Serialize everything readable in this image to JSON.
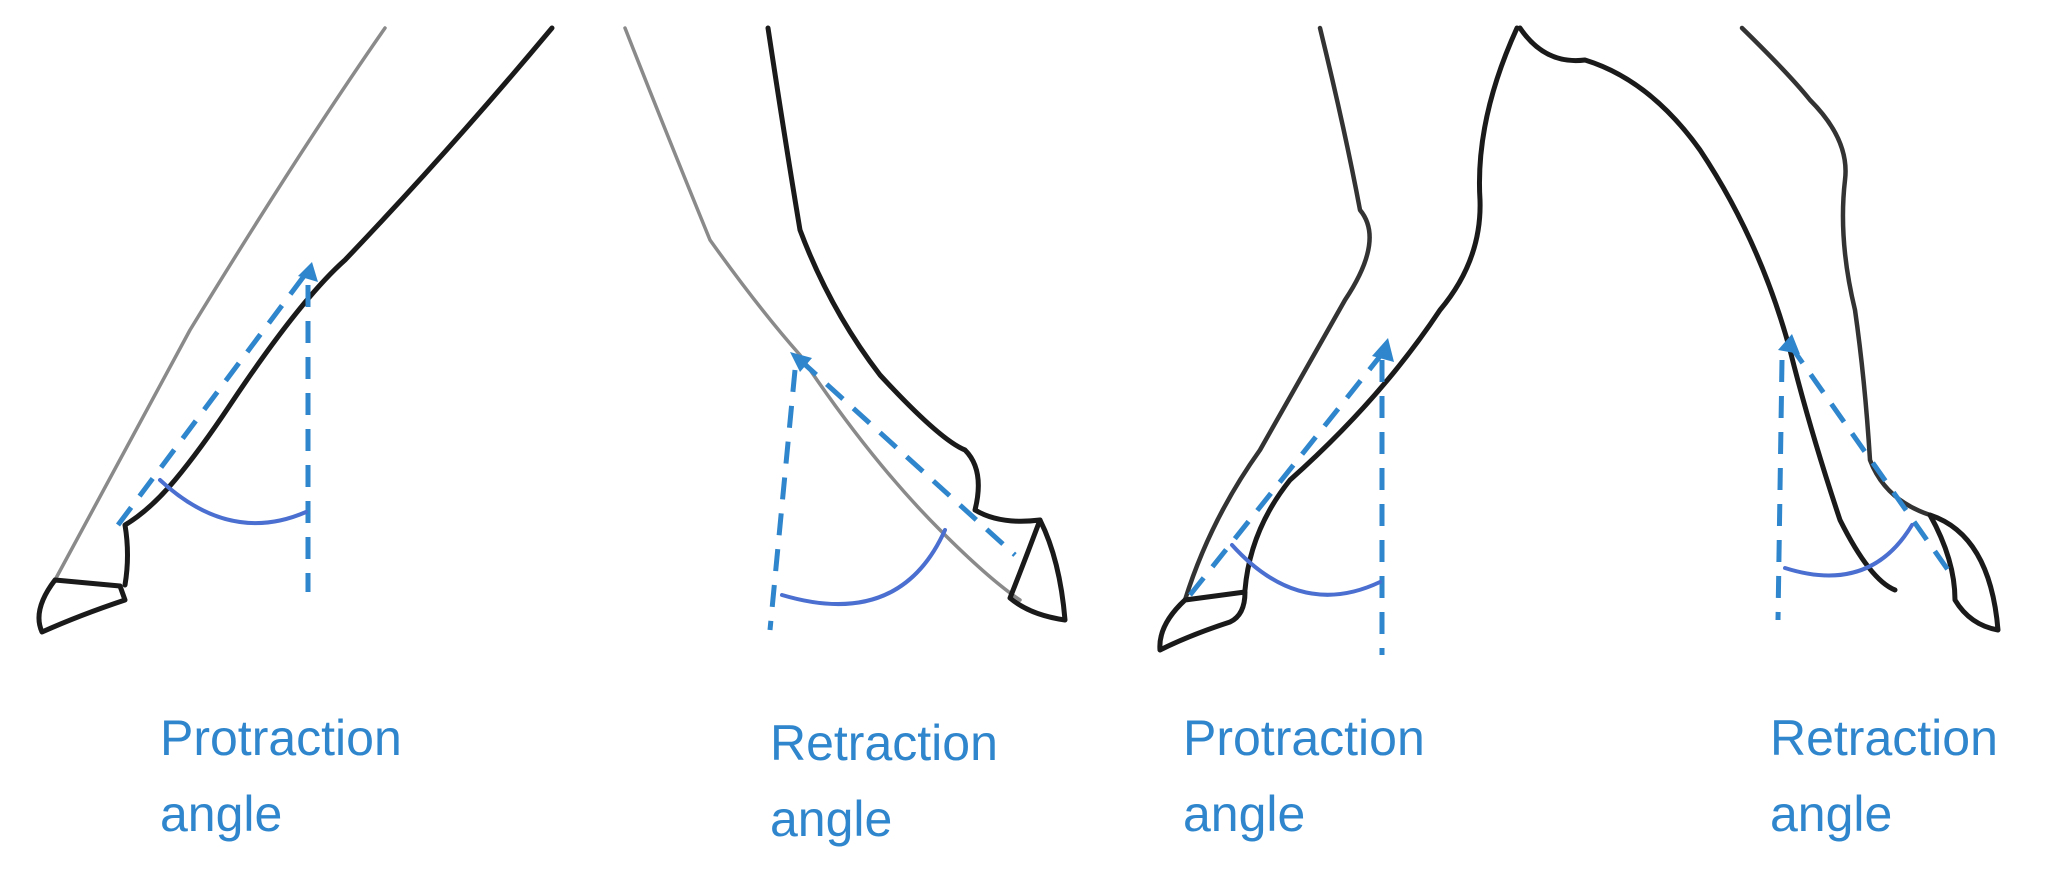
{
  "colors": {
    "dashed_line": "#2f86cc",
    "angle_arc": "#4a6fd0",
    "label_text": "#2f86cc",
    "outline": "#1a1a1a"
  },
  "labels": [
    {
      "line1": "Protraction",
      "line2": "angle"
    },
    {
      "line1": "Retraction",
      "line2": "angle"
    },
    {
      "line1": "Protraction",
      "line2": "angle"
    },
    {
      "line1": "Retraction",
      "line2": "angle"
    }
  ]
}
